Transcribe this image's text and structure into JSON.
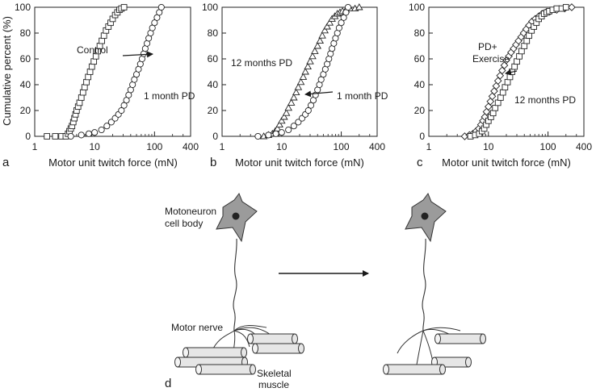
{
  "chart_data": [
    {
      "type": "scatter",
      "panel_label": "a",
      "xlabel": "Motor unit twitch force (mN)",
      "ylabel": "Cumulative percent (%)",
      "xscale": "log",
      "xlim": [
        1,
        400
      ],
      "ylim": [
        0,
        100
      ],
      "xticks": [
        "1",
        "10",
        "100",
        "400"
      ],
      "yticks": [
        "0",
        "20",
        "40",
        "60",
        "80",
        "100"
      ],
      "annotations": [
        "Control",
        "1 month PD"
      ],
      "series": [
        {
          "marker": "square",
          "x": [
            1.6,
            2.2,
            2.8,
            3.3,
            3.6,
            3.8,
            4.0,
            4.2,
            4.4,
            4.6,
            4.8,
            5.0,
            5.3,
            5.6,
            6.0,
            6.4,
            6.8,
            7.3,
            7.8,
            8.4,
            9.0,
            9.7,
            10.5,
            11.3,
            12.2,
            13.2,
            14.3,
            15.5,
            17.0,
            18.5,
            20.0,
            22.0,
            24.0,
            26.0,
            28.0,
            31.0
          ],
          "y": [
            0,
            0,
            0,
            0,
            2,
            4,
            6,
            8,
            11,
            14,
            17,
            20,
            23,
            26,
            30,
            34,
            38,
            42,
            46,
            50,
            54,
            58,
            62,
            66,
            70,
            74,
            78,
            82,
            85,
            88,
            91,
            94,
            96,
            98,
            99,
            100
          ]
        },
        {
          "marker": "circle",
          "x": [
            4.0,
            6.0,
            8.0,
            10.0,
            13.0,
            16.0,
            19.0,
            22.0,
            25.0,
            28.0,
            31.0,
            34.0,
            37.0,
            40.0,
            43.0,
            46.0,
            50.0,
            54.0,
            58.0,
            62.0,
            66.0,
            70.0,
            75.0,
            80.0,
            86.0,
            92.0,
            100.0,
            110.0,
            120.0,
            130.0
          ],
          "y": [
            0,
            1,
            2,
            3,
            5,
            8,
            11,
            14,
            17,
            20,
            24,
            28,
            32,
            36,
            40,
            44,
            48,
            52,
            56,
            60,
            64,
            68,
            72,
            76,
            80,
            84,
            88,
            92,
            96,
            100
          ]
        }
      ]
    },
    {
      "type": "scatter",
      "panel_label": "b",
      "xlabel": "Motor unit twitch force (mN)",
      "xscale": "log",
      "xlim": [
        1,
        400
      ],
      "ylim": [
        0,
        100
      ],
      "xticks": [
        "1",
        "10",
        "100",
        "400"
      ],
      "yticks": [
        "0",
        "20",
        "40",
        "60",
        "80",
        "100"
      ],
      "annotations": [
        "12 months PD",
        "1 month PD"
      ],
      "series": [
        {
          "marker": "triangle",
          "x": [
            5.0,
            6.0,
            7.0,
            7.8,
            8.5,
            9.2,
            10.0,
            11.0,
            12.0,
            13.0,
            14.5,
            16.0,
            17.5,
            19.0,
            21.0,
            23.0,
            25.0,
            27.5,
            30.0,
            33.0,
            36.0,
            40.0,
            44.0,
            48.0,
            53.0,
            58.0,
            64.0,
            70.0,
            78.0,
            86.0,
            95.0,
            105.0,
            120.0,
            140.0,
            170.0,
            200.0
          ],
          "y": [
            0,
            1,
            2,
            4,
            6,
            9,
            12,
            15,
            18,
            22,
            26,
            30,
            34,
            38,
            42,
            46,
            50,
            54,
            58,
            62,
            66,
            70,
            74,
            78,
            82,
            85,
            88,
            91,
            93,
            95,
            96,
            97,
            98,
            99,
            99,
            100
          ]
        },
        {
          "marker": "circle",
          "x": [
            4.0,
            6.0,
            8.0,
            10.0,
            13.0,
            16.0,
            19.0,
            22.0,
            25.0,
            28.0,
            31.0,
            34.0,
            37.0,
            40.0,
            43.0,
            46.0,
            50.0,
            54.0,
            58.0,
            62.0,
            66.0,
            70.0,
            75.0,
            80.0,
            86.0,
            92.0,
            100.0,
            110.0,
            120.0,
            130.0
          ],
          "y": [
            0,
            1,
            2,
            3,
            5,
            8,
            11,
            14,
            17,
            20,
            24,
            28,
            32,
            36,
            40,
            44,
            48,
            52,
            56,
            60,
            64,
            68,
            72,
            76,
            80,
            84,
            88,
            92,
            96,
            100
          ]
        }
      ]
    },
    {
      "type": "scatter",
      "panel_label": "c",
      "xlabel": "Motor unit twitch force (mN)",
      "xscale": "log",
      "xlim": [
        1,
        400
      ],
      "ylim": [
        0,
        100
      ],
      "xticks": [
        "1",
        "10",
        "100",
        "400"
      ],
      "yticks": [
        "0",
        "20",
        "40",
        "60",
        "80",
        "100"
      ],
      "annotations": [
        "PD+",
        "Exercise",
        "12 months PD"
      ],
      "series": [
        {
          "marker": "diamond",
          "x": [
            4.0,
            4.8,
            5.5,
            6.2,
            6.9,
            7.5,
            8.1,
            8.7,
            9.3,
            10.0,
            10.8,
            11.6,
            12.5,
            13.5,
            14.5,
            15.7,
            17.0,
            18.5,
            20.0,
            22.0,
            24.0,
            26.5,
            29.0,
            32.0,
            35.5,
            39.0,
            43.0,
            48.0,
            54.0,
            61.0,
            70.0,
            80.0,
            92.0,
            110.0,
            140.0,
            190.0,
            250.0
          ],
          "y": [
            0,
            1,
            2,
            4,
            6,
            9,
            12,
            15,
            19,
            23,
            27,
            31,
            35,
            39,
            43,
            47,
            51,
            55,
            59,
            62,
            65,
            68,
            71,
            74,
            77,
            80,
            83,
            86,
            89,
            91,
            93,
            95,
            96,
            97,
            98,
            99,
            100
          ]
        },
        {
          "marker": "square",
          "x": [
            5.0,
            6.0,
            7.0,
            7.8,
            8.5,
            9.2,
            10.0,
            11.0,
            12.0,
            13.0,
            14.5,
            16.0,
            17.5,
            19.0,
            21.0,
            23.0,
            25.0,
            27.5,
            30.0,
            33.0,
            36.0,
            40.0,
            44.0,
            48.0,
            53.0,
            58.0,
            64.0,
            70.0,
            78.0,
            86.0,
            95.0,
            105.0,
            120.0,
            140.0,
            170.0,
            200.0
          ],
          "y": [
            0,
            1,
            2,
            4,
            6,
            9,
            12,
            15,
            18,
            22,
            26,
            30,
            34,
            38,
            42,
            46,
            50,
            54,
            58,
            62,
            66,
            70,
            74,
            78,
            82,
            85,
            88,
            91,
            93,
            95,
            96,
            97,
            98,
            99,
            99,
            100
          ]
        }
      ]
    }
  ],
  "diagram": {
    "panel_label": "d",
    "labels": {
      "motoneuron_line1": "Motoneuron",
      "motoneuron_line2": "cell body",
      "motor_nerve": "Motor nerve",
      "skeletal_line1": "Skeletal",
      "skeletal_line2": "muscle"
    }
  }
}
